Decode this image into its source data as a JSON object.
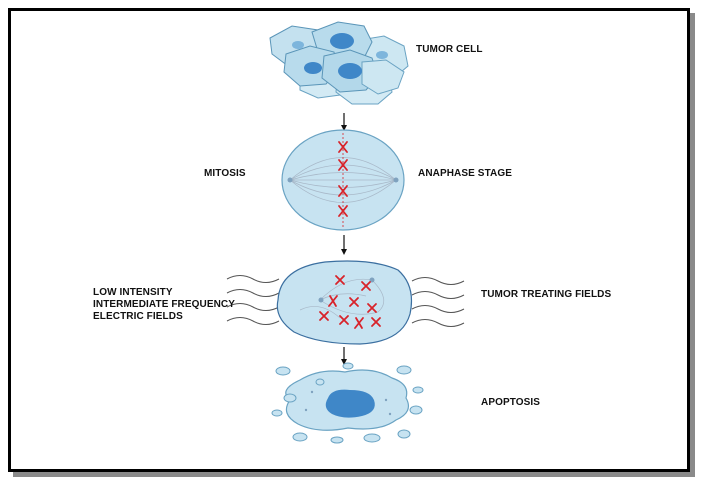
{
  "labels": {
    "tumor_cell": "TUMOR CELL",
    "mitosis": "MITOSIS",
    "anaphase_stage": "ANAPHASE STAGE",
    "field_lines": [
      "LOW INTENSITY",
      "INTERMEDIATE FREQUENCY",
      "ELECTRIC FIELDS"
    ],
    "tumor_treating_fields": "TUMOR TREATING FIELDS",
    "apoptosis": "APOPTOSIS"
  },
  "colors": {
    "cell_fill": "#bfe0ef",
    "cell_stroke": "#5a95b8",
    "nucleus": "#3f87c8",
    "chromosome": "#d8232a",
    "spindle": "#a8b8c8",
    "wave": "#555555",
    "arrow": "#111111"
  },
  "icons": [
    "tumor-cell-cluster-icon",
    "mitosis-cell-icon",
    "disrupted-cell-icon",
    "apoptotic-cell-icon",
    "flow-arrow-icon",
    "field-wave-icon",
    "chromosome-icon"
  ]
}
